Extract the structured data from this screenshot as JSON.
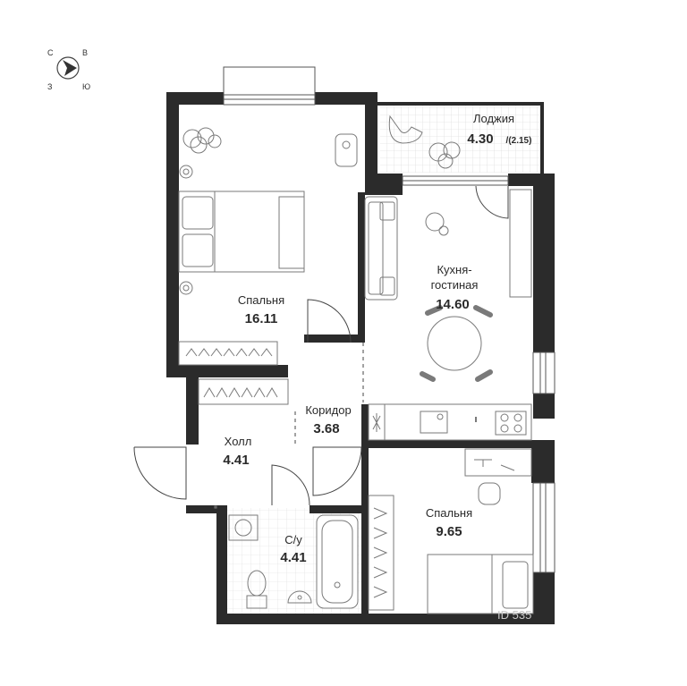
{
  "compass": {
    "north": "С",
    "east": "В",
    "west": "З",
    "south": "Ю"
  },
  "rooms": {
    "loggia": {
      "name": "Лоджия",
      "area": "4.30",
      "area_extra": "/(2.15)"
    },
    "bedroom_large": {
      "name": "Спальня",
      "area": "16.11"
    },
    "kitchen": {
      "name_line1": "Кухня-",
      "name_line2": "гостиная",
      "area": "14.60"
    },
    "corridor": {
      "name": "Коридор",
      "area": "3.68"
    },
    "hall": {
      "name": "Холл",
      "area": "4.41"
    },
    "bathroom": {
      "name": "С/у",
      "area": "4.41"
    },
    "bedroom_small": {
      "name": "Спальня",
      "area": "9.65"
    }
  },
  "watermark": "ID 535",
  "colors": {
    "wall": "#2b2b2b",
    "furniture_stroke": "#7a7a7a",
    "floor": "#ffffff",
    "hatch": "#d9d9d9"
  }
}
